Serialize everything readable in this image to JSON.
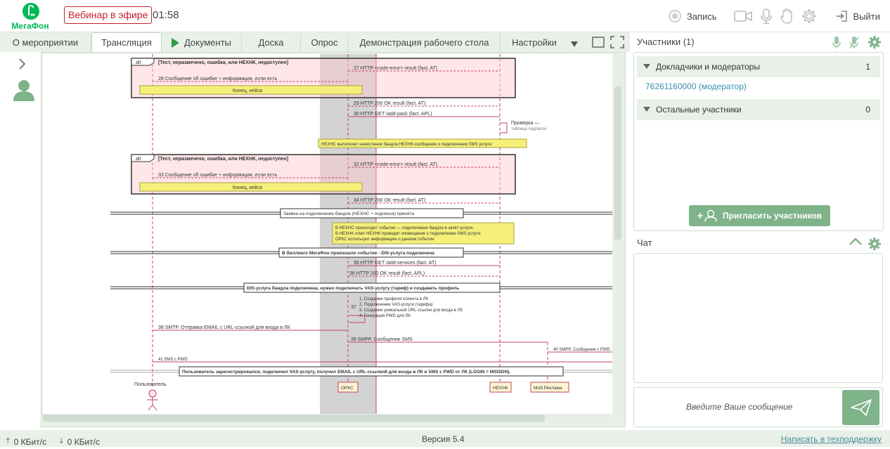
{
  "brand": {
    "name": "МегаФон",
    "green": "#00b956",
    "purple": "#731982"
  },
  "header": {
    "live_badge": "Вебинар в эфире",
    "timer": "01:58",
    "record_label": "Запись",
    "exit_label": "Выйти"
  },
  "tabs": [
    {
      "label": "О мероприятии"
    },
    {
      "label": "Трансляция",
      "active": true
    },
    {
      "label": "Документы"
    },
    {
      "label": "Доска"
    },
    {
      "label": "Опрос"
    },
    {
      "label": "Демонстрация рабочего стола"
    },
    {
      "label": "Настройки"
    }
  ],
  "slide": {
    "alt_label_1": "alt",
    "alt_title_1": "[Тест, неразмечено, ошибка, или НЕХНК, недоступен]",
    "msg_27": "27 HTTP <code-error> result (fact. AT)",
    "msg_28": "28 Сообщение об ошибке + информация, если есть",
    "note_end": "Конец, кейса",
    "msg_29": "29 HTTP 200 OK result (fact. AT)",
    "msg_30": "30 HTTP GET /add-pack (fact. APL)",
    "msg_31a": "Проверка —",
    "msg_31b": "таблица подписок",
    "note_yellow_1": "НЕХНС выполняет начисление бандла НЕХНК-сообщение о подключении SMS услуги",
    "msg_32": "32 HTTP <code-error> result (fact. AT)",
    "msg_33": "33 Сообщение об ошибке + информация, если есть",
    "msg_34": "34 HTTP 200 OK result (fact. AT)",
    "divider_1": "Заявка на подключение бандла (НЕХНС + подписка) принята",
    "note_yellow_2a": "В НЕХНС происходит событие — подключение бандла в зачёт услуги.",
    "note_yellow_2b": "В НЕХНК ответ НЕХНК проводит оповещение о подключении SMS услуги.",
    "note_yellow_2c": "ОРКС использует информацию о данном событии",
    "divider_2": "В биллинге МегаФон произошло событие - DIS-услуга подключена",
    "msg_35": "35 HTTP GET /add-services (fact. AT)",
    "msg_36": "36 HTTP 200 OK result (fact. APL)",
    "divider_3": "DIS-услуга бандла подключена, нужно подключать VAS-услугу (тариф) и создавать профиль",
    "msg_37_num": "37",
    "msg_37_1": "1. Создание профиля клиента в ЛК",
    "msg_37_2": "2. Подключение VAS-услуги (тарифа)",
    "msg_37_3": "3. Создание уникальной URL-ссылки для входа в ЛК",
    "msg_37_4": "4. Генерация PWD для ЛК",
    "msg_38": "38 SMTP. Отправка EMAIL с URL-ссылкой для входа в ЛК",
    "msg_39": "39 SMPP. Сообщение SMS",
    "msg_40": "40 SMPP. Сообщение с PWD",
    "msg_41": "41 SMS с PWD",
    "divider_4": "Пользователь зарегистрировался, подключил VAS-услугу, получил EMAIL с URL-ссылкой для входа в ЛК и SMS с PWD от ЛК (LOGIN = MSISDN).",
    "actor_user": "Пользователь",
    "actor_orks": "ОРКС",
    "actor_nehk": "НЕХНК",
    "actor_mob": "Моб.Реклама"
  },
  "participants": {
    "title": "Участники (1)",
    "group_1_label": "Докладчики и модераторы",
    "group_1_count": "1",
    "moderator": "76261160000 (модератор)",
    "group_2_label": "Остальные участники",
    "group_2_count": "0",
    "invite_label": "Пригласить участников"
  },
  "chat": {
    "title": "Чат",
    "placeholder": "Введите Ваше сообщение"
  },
  "status": {
    "upload": "0 КБит/с",
    "download": "0 КБит/с",
    "version": "Версия 5.4",
    "support": "Написать в техподдержку"
  }
}
